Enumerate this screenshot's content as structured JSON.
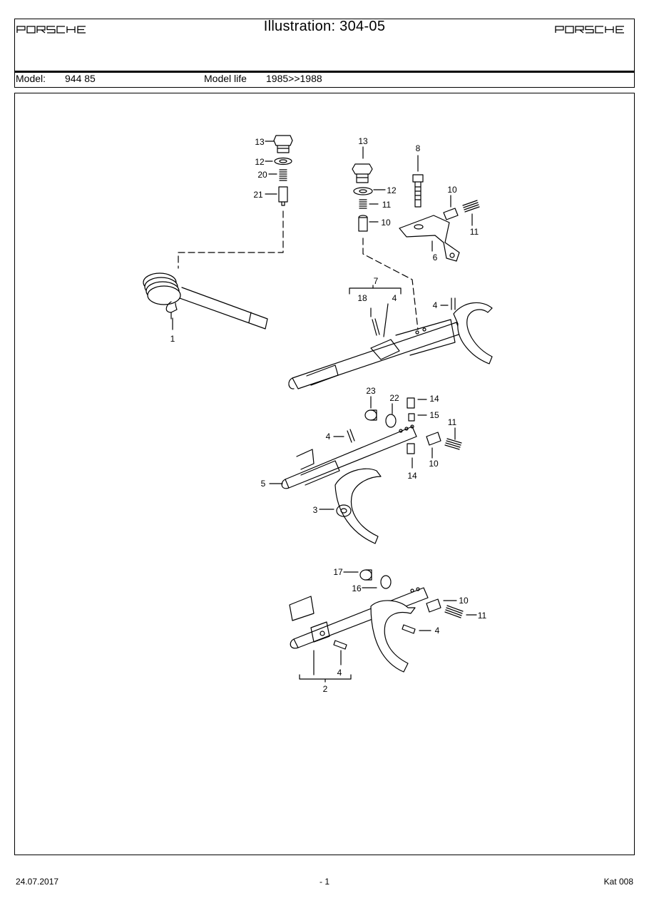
{
  "header": {
    "title": "Illustration: 304-05",
    "logo_left": "PORSCHE",
    "logo_right": "PORSCHE",
    "model_label": "Model:",
    "model_value": "944 85",
    "model_life_label": "Model life",
    "model_life_value": "1985>>1988"
  },
  "drawing": {
    "callouts": [
      "13",
      "12",
      "20",
      "21",
      "1",
      "13",
      "12",
      "11",
      "10",
      "8",
      "10",
      "11",
      "6",
      "7",
      "18",
      "4",
      "4",
      "23",
      "22",
      "14",
      "15",
      "4",
      "11",
      "10",
      "14",
      "5",
      "3",
      "17",
      "16",
      "10",
      "11",
      "4",
      "4",
      "2"
    ]
  },
  "footer": {
    "date": "24.07.2017",
    "page": "- 1",
    "catalog": "Kat 008"
  }
}
